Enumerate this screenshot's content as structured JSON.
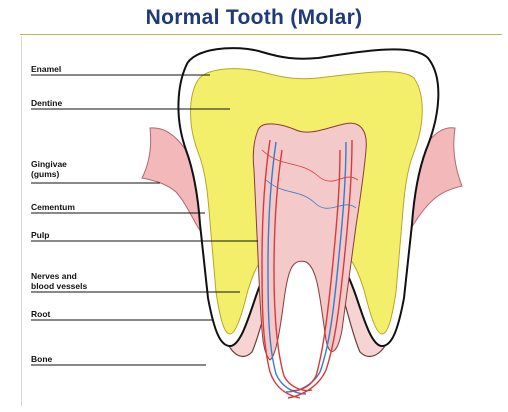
{
  "title": "Normal Tooth (Molar)",
  "labels": {
    "enamel": "Enamel",
    "dentine": "Dentine",
    "gingivae_line1": "Gingivae",
    "gingivae_line2": "(gums)",
    "cementum": "Cementum",
    "pulp": "Pulp",
    "nerves_line1": "Nerves and",
    "nerves_line2": "blood vessels",
    "root": "Root",
    "bone": "Bone"
  },
  "colors": {
    "title": "#1f3a7a",
    "enamel": "#ffffff",
    "dentine": "#f4ef6a",
    "pulp": "#f3c9c9",
    "gum": "#f2b8ba",
    "nerve": "#d83a3a",
    "vessel": "#3a7cc8"
  }
}
